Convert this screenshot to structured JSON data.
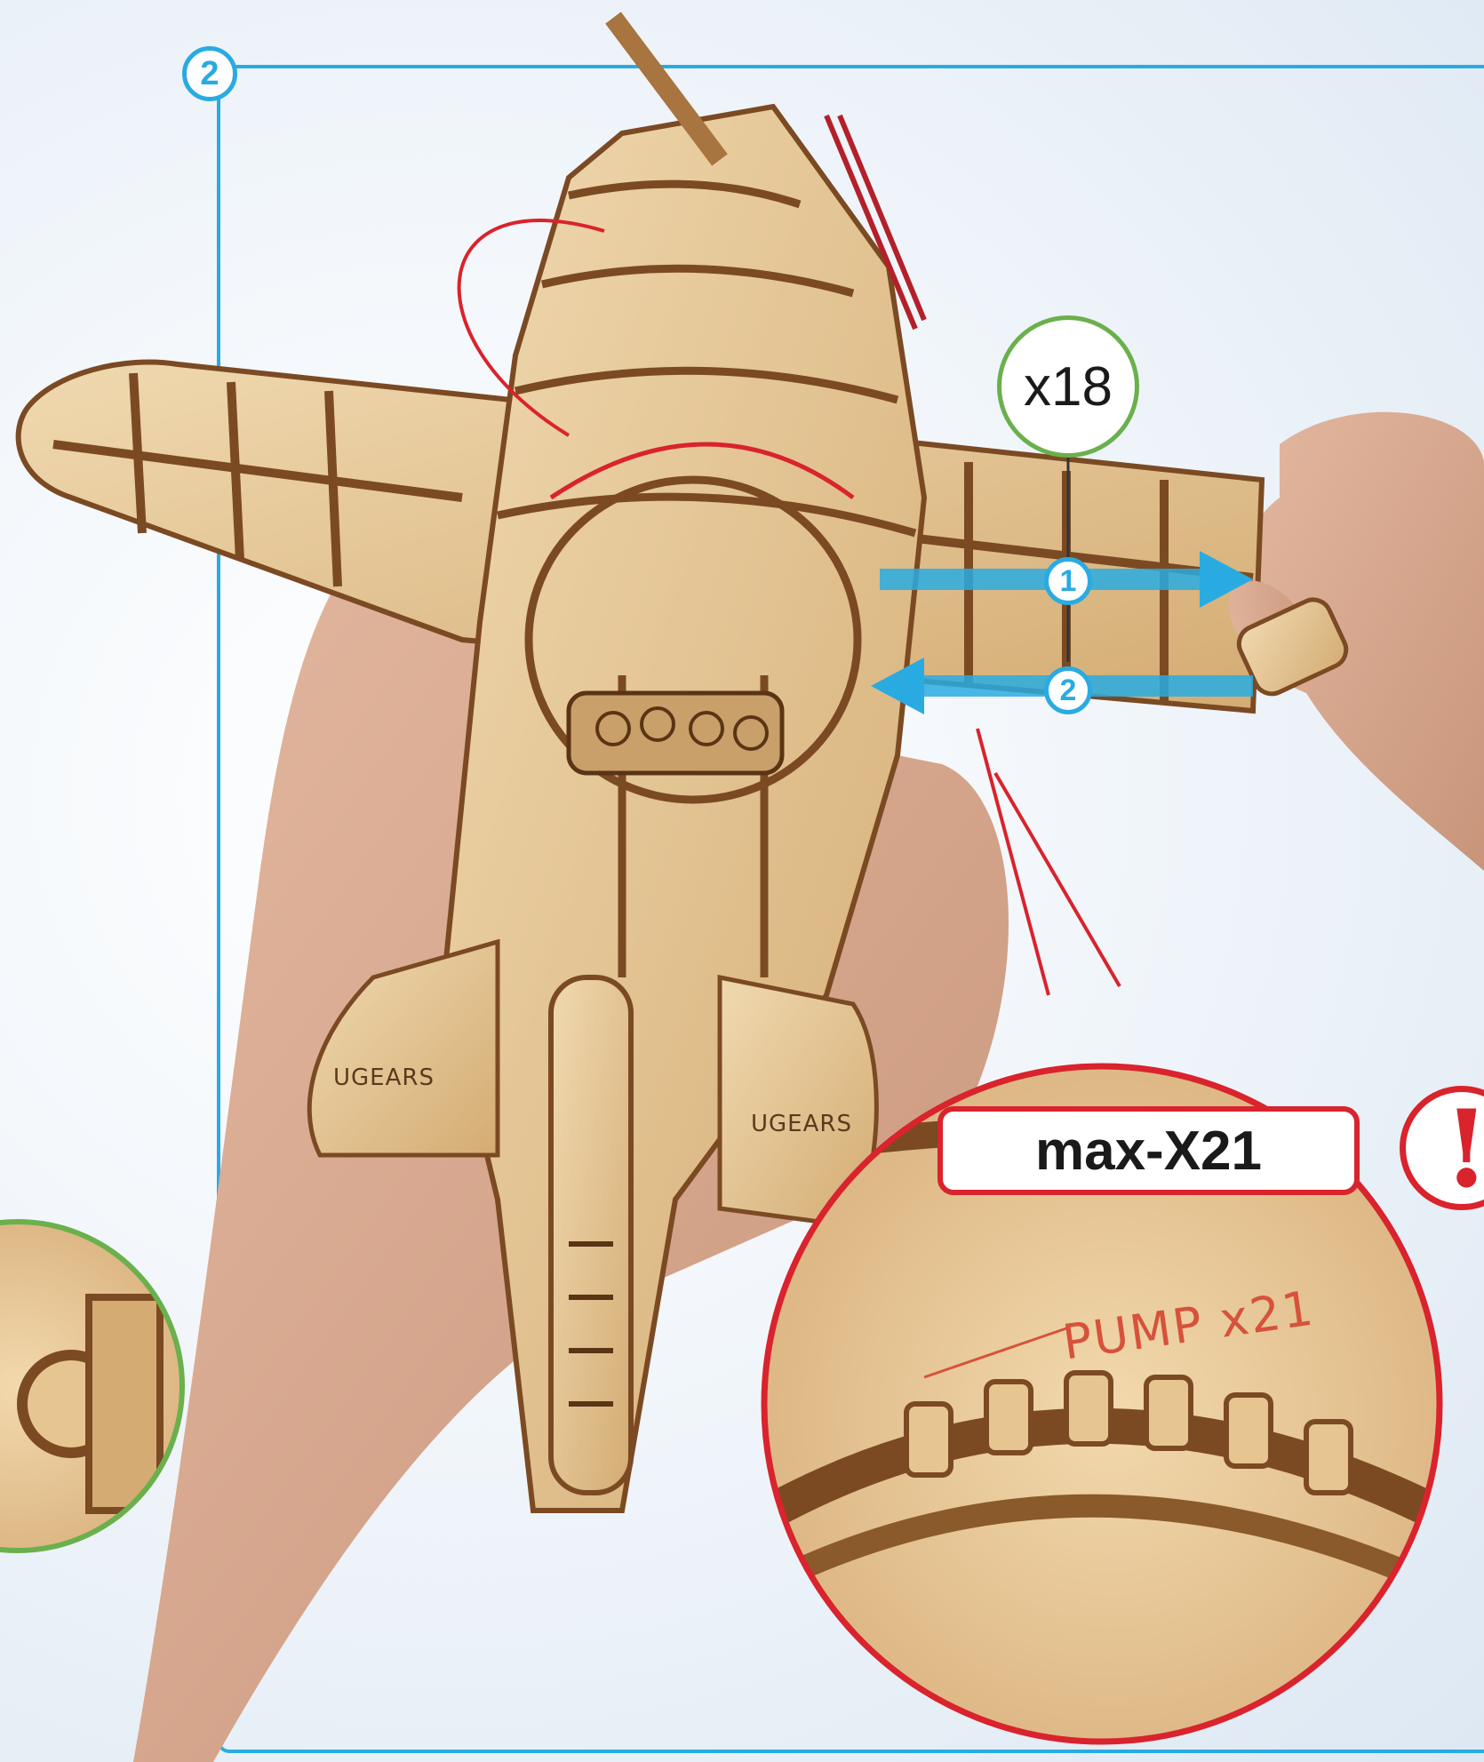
{
  "step": {
    "number": "2"
  },
  "quantity_badge": {
    "label": "x18"
  },
  "action_markers": [
    {
      "number": "1",
      "direction": "outward"
    },
    {
      "number": "2",
      "direction": "inward"
    }
  ],
  "callout": {
    "label": "max-X21",
    "engraving": "PUMP x21",
    "warning_symbol": "!"
  },
  "logos": [
    "UGEARS",
    "UGEARS"
  ],
  "colors": {
    "frame_blue": "#29abe2",
    "badge_green": "#6ab04c",
    "warning_red": "#d9232d",
    "wood_light": "#e2c394",
    "wood_dark": "#7b4a23",
    "skin": "#d8a98e"
  },
  "icons": [
    "step-number-icon",
    "quantity-icon",
    "arrow-out-icon",
    "arrow-in-icon",
    "warning-icon"
  ]
}
